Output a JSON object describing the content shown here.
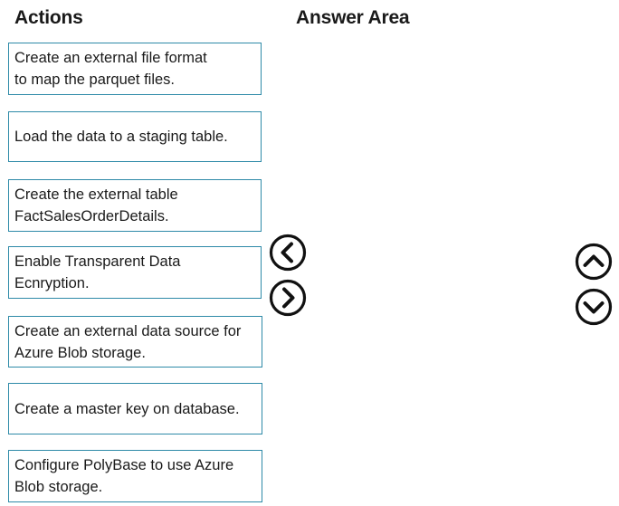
{
  "headings": {
    "actions": "Actions",
    "answer_area": "Answer Area"
  },
  "actions": [
    {
      "label": "Create an external file format\nto map the parquet files."
    },
    {
      "label": "Load the data to a staging table."
    },
    {
      "label": "Create the external table\nFactSalesOrderDetails."
    },
    {
      "label": "Enable Transparent Data\nEcnryption."
    },
    {
      "label": "Create an external data source for\nAzure Blob storage."
    },
    {
      "label": "Create a master key on database."
    },
    {
      "label": "Configure PolyBase to use Azure\nBlob storage."
    }
  ],
  "answer_area": {
    "items": []
  },
  "controls": {
    "move_left": {
      "icon": "chevron-left-icon"
    },
    "move_right": {
      "icon": "chevron-right-icon"
    },
    "move_up": {
      "icon": "chevron-up-icon"
    },
    "move_down": {
      "icon": "chevron-down-icon"
    }
  },
  "colors": {
    "box_border": "#2e8aa8",
    "text": "#1a1a1a",
    "icon": "#111111"
  }
}
